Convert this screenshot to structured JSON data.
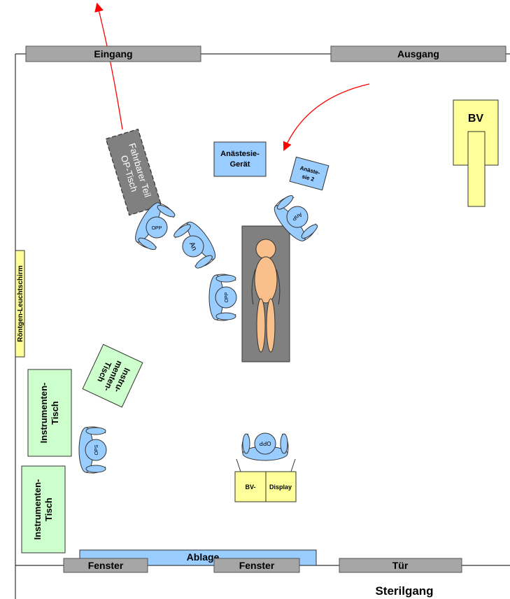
{
  "room": {
    "entrance": "Eingang",
    "exit": "Ausgang",
    "window_left": "Fenster",
    "window_right": "Fenster",
    "door": "Tür",
    "shelf": "Ablage",
    "sterile_corridor": "Sterilgang",
    "xray_viewer": "Röntgen-Leuchtschirm"
  },
  "equipment": {
    "mobile_table_line1": "Fahrbarer Teil",
    "mobile_table_line2": "OP-Tisch",
    "anesthesia_1_line1": "Anästesie-",
    "anesthesia_1_line2": "Gerät",
    "anesthesia_2_line1": "Anäste-",
    "anesthesia_2_line2": "sie 2",
    "bv": "BV",
    "instr_table_rotated_line1": "Instru-",
    "instr_table_rotated_line2": "menten-",
    "instr_table_rotated_line3": "Tisch",
    "instr_table_1_line1": "Instrumenten-",
    "instr_table_1_line2": "Tisch",
    "instr_table_2_line1": "Instrumenten-",
    "instr_table_2_line2": "Tisch",
    "monitor_left": "BV-",
    "monitor_right": "Display"
  },
  "people": {
    "opp_top": "OPP",
    "an": "An",
    "anp": "AnP",
    "opp_mid": "OPP",
    "ops": "OPS",
    "opp_bottom": "OPP"
  },
  "colors": {
    "gray_fill": "#a6a6a6",
    "dark_gray": "#808080",
    "blue_fill": "#99ccff",
    "person_blue": "#99ccff",
    "yellow_fill": "#ffff99",
    "green_fill": "#ccffcc",
    "patient_fill": "#f9c08c",
    "arrow_red": "#ff0000"
  }
}
